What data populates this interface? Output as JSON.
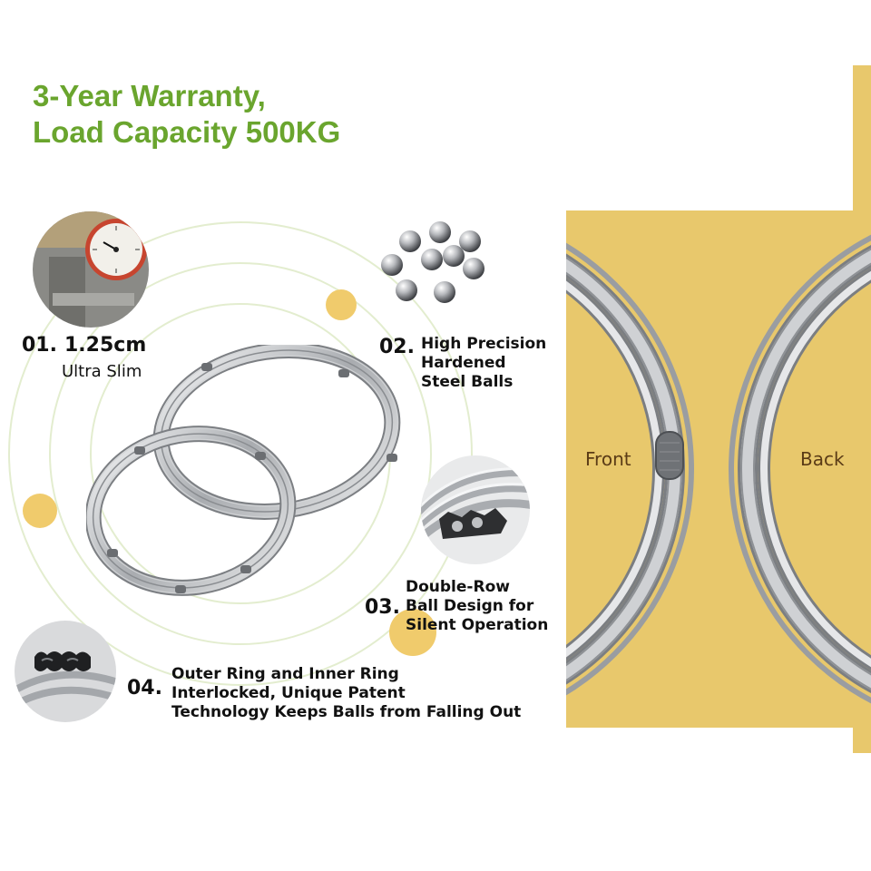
{
  "header": {
    "title_line1": "3-Year Warranty,",
    "title_line2": "Load Capacity 500KG"
  },
  "colors": {
    "accent_green": "#6aa52e",
    "panel_yellow": "#e8c86c",
    "dot_yellow": "#f0cb6c"
  },
  "features": [
    {
      "number": "01.",
      "headline": "1.25cm",
      "lines": [
        "Ultra Slim"
      ],
      "icon": "dial-gauge-icon"
    },
    {
      "number": "02.",
      "lines": [
        "High Precision",
        "Hardened",
        "Steel Balls"
      ],
      "icon": "steel-balls-icon"
    },
    {
      "number": "03.",
      "lines": [
        "Double-Row",
        "Ball Design for",
        "Silent Operation"
      ],
      "icon": "ring-cross-section-icon"
    },
    {
      "number": "04.",
      "lines": [
        "Outer Ring and Inner Ring",
        "Interlocked, Unique Patent",
        "Technology Keeps Balls from Falling Out"
      ],
      "icon": "interlock-profile-icon"
    }
  ],
  "comparison": {
    "front_label": "Front",
    "back_label": "Back"
  }
}
